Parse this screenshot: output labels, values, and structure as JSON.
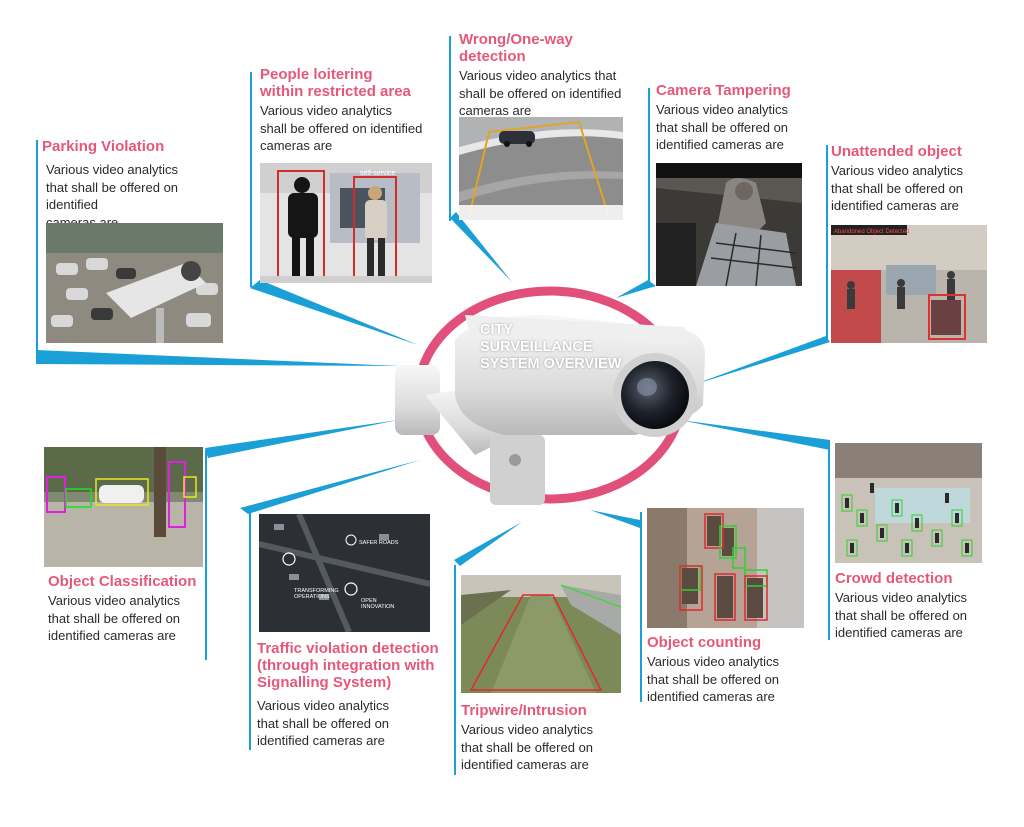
{
  "center": {
    "title": "CITY\nSURVEILLANCE\nSYSTEM OVERVIEW"
  },
  "colors": {
    "accent_pink": "#e5587a",
    "connector_blue": "#1a9fd6",
    "ring": "#e0507a"
  },
  "items": [
    {
      "title": "Parking Violation",
      "desc": "Various video analytics\nthat shall be offered on identified\ncameras are"
    },
    {
      "title": "People loitering\nwithin restricted area",
      "desc": "Various video analytics\nshall be offered on identified\ncameras are"
    },
    {
      "title": "Wrong/One-way\ndetection",
      "desc": "Various video analytics that\nshall be offered on identified\ncameras are"
    },
    {
      "title": "Camera Tampering",
      "desc": "Various video analytics\nthat shall be offered on\nidentified cameras are"
    },
    {
      "title": "Unattended object",
      "desc": "Various video analytics\nthat shall be offered on\nidentified cameras are"
    },
    {
      "title": "Object Classification",
      "desc": "Various video analytics\nthat shall be offered on\nidentified cameras are"
    },
    {
      "title": "Traffic violation detection\n(through integration with\nSignalling System)",
      "desc": "Various video analytics\nthat shall be offered on\nidentified cameras are"
    },
    {
      "title": "Tripwire/Intrusion",
      "desc": "Various video analytics\nthat shall be offered on\nidentified cameras are"
    },
    {
      "title": "Object counting",
      "desc": "Various video analytics\nthat shall be offered on\nidentified cameras are"
    },
    {
      "title": "Crowd detection",
      "desc": "Various video analytics\nthat shall be offered on\nidentified cameras are"
    }
  ],
  "image_text": {
    "self_service": "self-service",
    "abandoned": "Abandoned Object Detected",
    "safer_roads": "SAFER ROADS",
    "transforming": "TRANSFORMING\nOPERATIONS",
    "open_innovation": "OPEN\nINNOVATION"
  }
}
